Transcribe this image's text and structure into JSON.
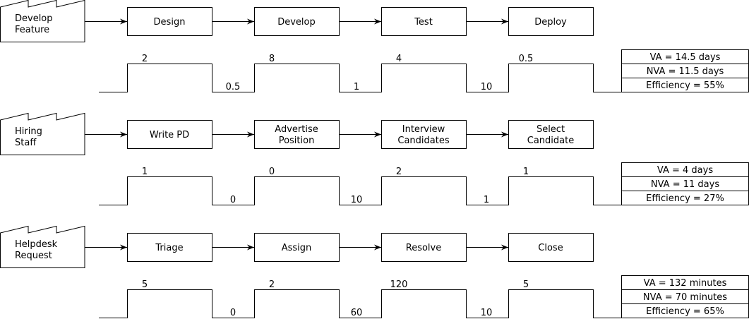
{
  "rows": [
    {
      "name": "Develop Feature",
      "source_lines": [
        "Develop",
        "Feature"
      ],
      "steps": [
        {
          "lines": [
            "Design"
          ]
        },
        {
          "lines": [
            "Develop"
          ]
        },
        {
          "lines": [
            "Test"
          ]
        },
        {
          "lines": [
            "Deploy"
          ]
        }
      ],
      "va_times": [
        "2",
        "8",
        "4",
        "0.5"
      ],
      "nva_times": [
        "0.5",
        "1",
        "10"
      ],
      "summary": [
        "VA = 14.5 days",
        "NVA = 11.5 days",
        "Efficiency = 55%"
      ]
    },
    {
      "name": "Hiring Staff",
      "source_lines": [
        "Hiring",
        "Staff"
      ],
      "steps": [
        {
          "lines": [
            "Write PD"
          ]
        },
        {
          "lines": [
            "Advertise",
            "Position"
          ]
        },
        {
          "lines": [
            "Interview",
            "Candidates"
          ]
        },
        {
          "lines": [
            "Select",
            "Candidate"
          ]
        }
      ],
      "va_times": [
        "1",
        "0",
        "2",
        "1"
      ],
      "nva_times": [
        "0",
        "10",
        "1"
      ],
      "summary": [
        "VA = 4 days",
        "NVA = 11 days",
        "Efficiency = 27%"
      ]
    },
    {
      "name": "Helpdesk Request",
      "source_lines": [
        "Helpdesk",
        "Request"
      ],
      "steps": [
        {
          "lines": [
            "Triage"
          ]
        },
        {
          "lines": [
            "Assign"
          ]
        },
        {
          "lines": [
            "Resolve"
          ]
        },
        {
          "lines": [
            "Close"
          ]
        }
      ],
      "va_times": [
        "5",
        "2",
        "120",
        "5"
      ],
      "nva_times": [
        "0",
        "60",
        "10"
      ],
      "summary": [
        "VA = 132 minutes",
        "NVA = 70 minutes",
        "Efficiency = 65%"
      ]
    }
  ]
}
